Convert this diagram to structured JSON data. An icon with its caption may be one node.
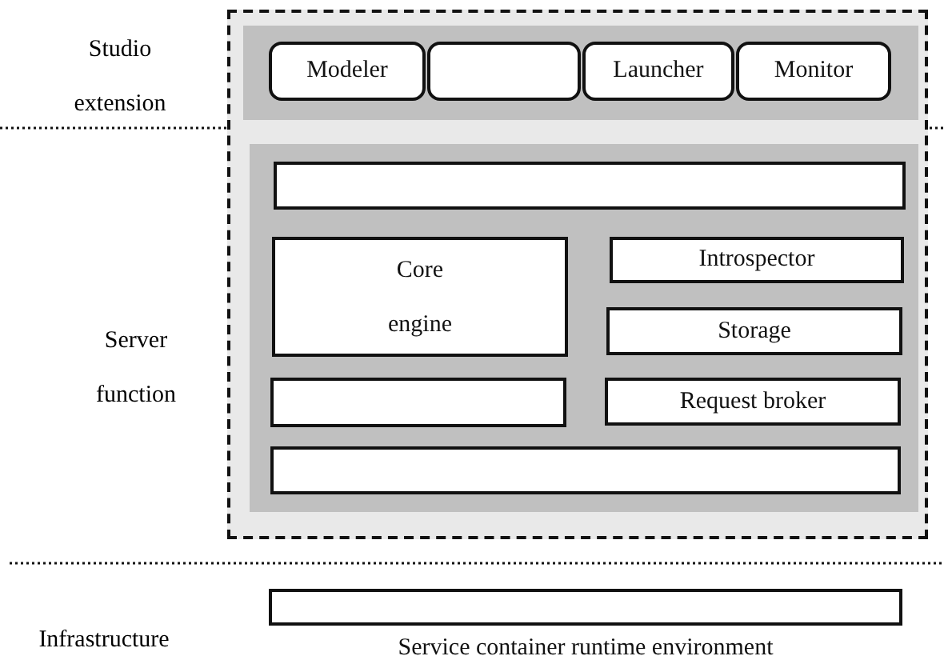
{
  "diagram": {
    "nodes": [
      {
        "text": [],
        "shape": "box"
      },
      {
        "text": [],
        "shape": "box",
        "in": 0
      },
      {
        "text": [
          "Modeler"
        ],
        "in": 1
      },
      {
        "text": [],
        "shape": "box",
        "in": 1
      },
      {
        "text": [
          "Launcher"
        ],
        "in": 1
      },
      {
        "text": [
          "Monitor"
        ],
        "in": 1
      },
      {
        "text": [],
        "shape": "box",
        "in": 0
      },
      {
        "text": [],
        "shape": "box",
        "in": 6
      },
      {
        "text": [
          "Core engine"
        ],
        "in": 6
      },
      {
        "text": [
          "Introspector"
        ],
        "in": 6
      },
      {
        "text": [
          "Storage"
        ],
        "in": 6
      },
      {
        "text": [],
        "shape": "box",
        "in": 6
      },
      {
        "text": [
          "Request broker"
        ],
        "in": 6
      },
      {
        "text": [],
        "shape": "box",
        "in": 6
      },
      {
        "text": [],
        "shape": "box",
        "beside": [
          "Service container runtime environment"
        ]
      }
    ],
    "edges": [],
    "labels": [
      "Studio extension",
      "Server function",
      "Infrastructure"
    ]
  }
}
